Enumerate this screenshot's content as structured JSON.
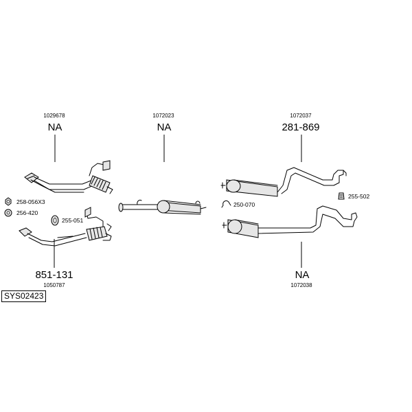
{
  "parts": [
    {
      "id": "part-1029678",
      "ref": "1029678",
      "label": "NA"
    },
    {
      "id": "part-1072023",
      "ref": "1072023",
      "label": "NA"
    },
    {
      "id": "part-1072037",
      "ref": "1072037",
      "label": "281-869"
    },
    {
      "id": "part-1050787",
      "ref": "1050787",
      "label": "851-131"
    },
    {
      "id": "part-1072038",
      "ref": "1072038",
      "label": "NA"
    }
  ],
  "accessories": [
    {
      "code": "258-056X3",
      "icon": "hex-nut-icon"
    },
    {
      "code": "256-420",
      "icon": "gasket-ring-icon"
    },
    {
      "code": "255-051",
      "icon": "flange-gasket-icon"
    },
    {
      "code": "250-070",
      "icon": "clamp-icon"
    },
    {
      "code": "255-502",
      "icon": "rubber-hanger-icon"
    }
  ],
  "system_id": "SYS02423"
}
